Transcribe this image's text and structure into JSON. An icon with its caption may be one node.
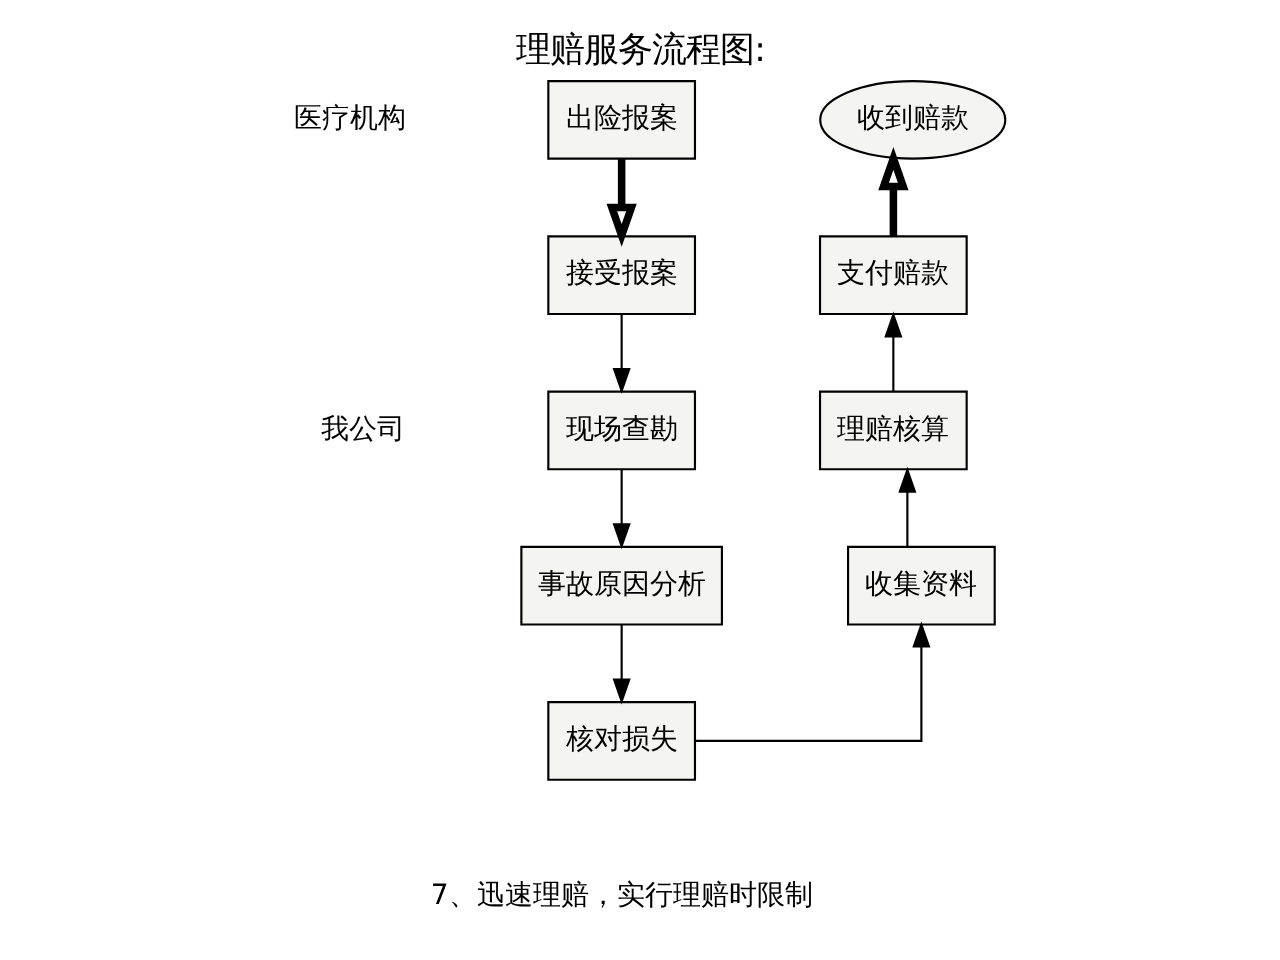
{
  "diagram": {
    "title": "理赔服务流程图:",
    "nodes": [
      {
        "text": [
          "出险报案"
        ]
      },
      {
        "text": [
          "收到赔款"
        ]
      },
      {
        "text": [
          "接受报案"
        ]
      },
      {
        "text": [
          "现场查勘"
        ]
      },
      {
        "text": [
          "事故原因分析"
        ]
      },
      {
        "text": [
          "核对损失"
        ]
      },
      {
        "text": [
          "收集资料"
        ]
      },
      {
        "text": [
          "理赔核算"
        ]
      },
      {
        "text": [
          "支付赔款"
        ]
      }
    ],
    "edges": [
      {
        "from": 0,
        "to": 2,
        "arrow": "to",
        "style": "thick"
      },
      {
        "from": 2,
        "to": 3,
        "arrow": "to"
      },
      {
        "from": 3,
        "to": 4,
        "arrow": "to"
      },
      {
        "from": 4,
        "to": 5,
        "arrow": "to"
      },
      {
        "from": 5,
        "to": 6,
        "arrow": "to"
      },
      {
        "from": 6,
        "to": 7,
        "arrow": "to"
      },
      {
        "from": 7,
        "to": 8,
        "arrow": "to"
      },
      {
        "from": 8,
        "to": 1,
        "arrow": "to",
        "style": "thick"
      }
    ],
    "labels": [
      "医疗机构",
      "我公司",
      "7、迅速理赔，实行理赔时限制"
    ]
  }
}
